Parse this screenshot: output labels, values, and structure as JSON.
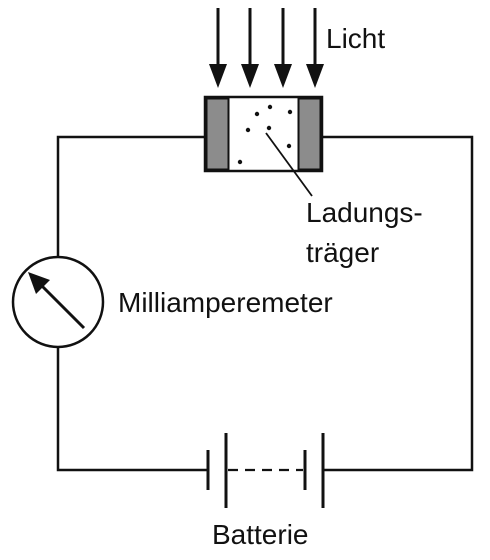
{
  "labels": {
    "light": "Licht",
    "charge_carriers_line1": "Ladungs-",
    "charge_carriers_line2": "träger",
    "milliammeter": "Milliamperemeter",
    "battery": "Batterie"
  },
  "colors": {
    "line": "#111111",
    "electrode": "#8c8c8c",
    "background": "#ffffff"
  },
  "icons": {
    "light_arrows": "down-arrow-icon",
    "meter": "milliammeter-icon",
    "battery": "battery-cells-icon",
    "sensor": "photoresistor-icon"
  },
  "light_arrow_count": 4
}
